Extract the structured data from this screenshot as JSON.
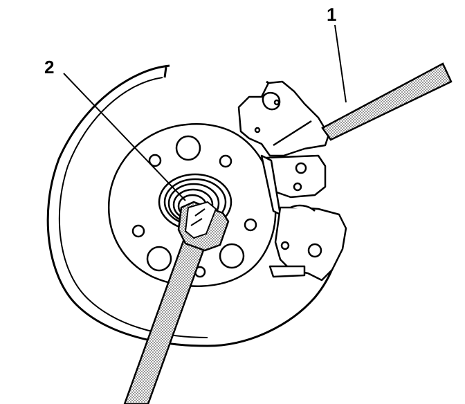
{
  "callouts": [
    {
      "id": "1",
      "label": "1"
    },
    {
      "id": "2",
      "label": "2"
    }
  ],
  "colors": {
    "ink": "#000000",
    "paper": "#ffffff",
    "tool_fill": "#d8d8d8"
  },
  "icons": [
    "flywheel-disc",
    "hub-bolt",
    "bearing-seal",
    "prybar-tool",
    "wrench-tool",
    "caliper-bracket"
  ]
}
